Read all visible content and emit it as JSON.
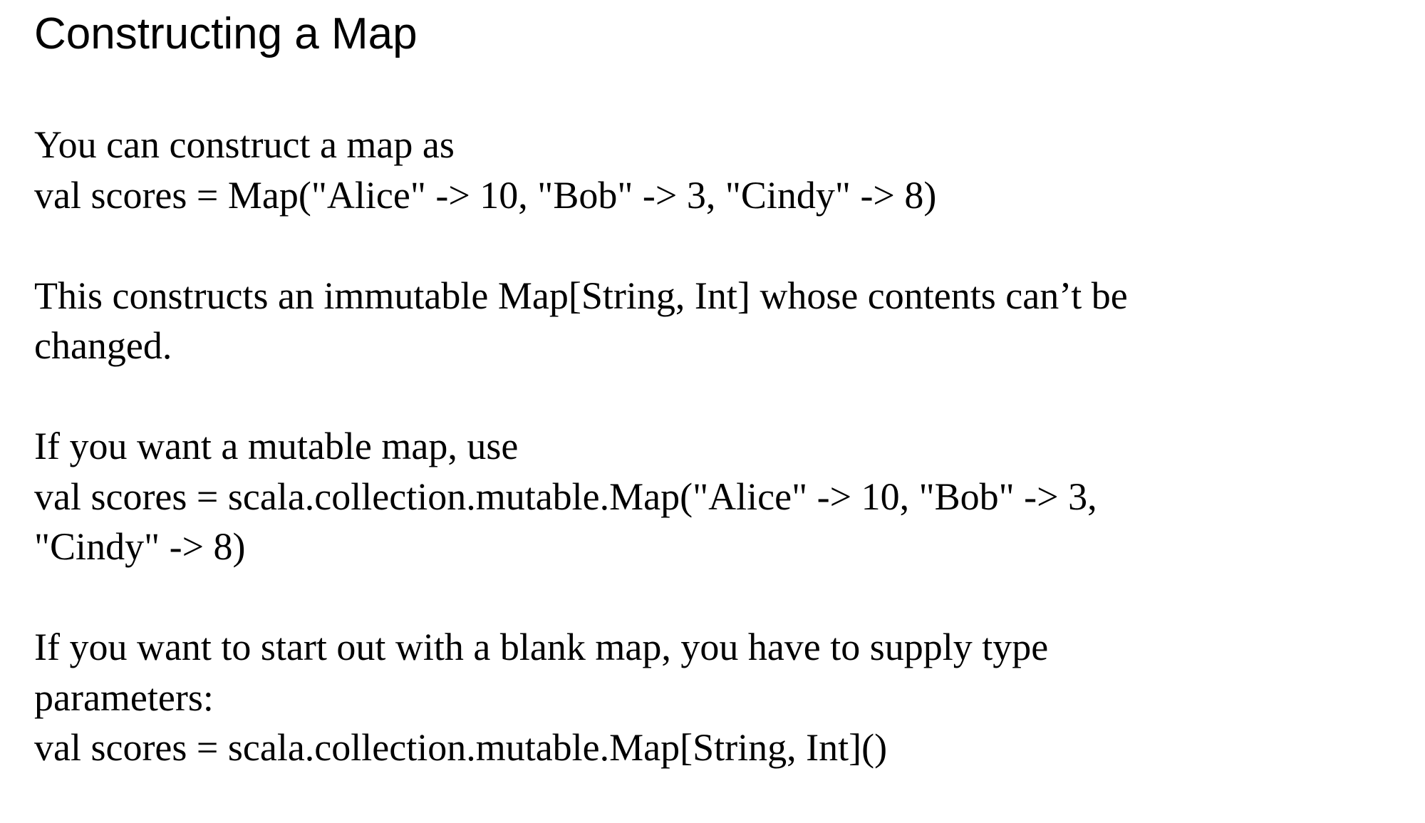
{
  "slide": {
    "title": "Constructing a Map",
    "paragraphs": [
      {
        "lines": [
          "You can construct a map as",
          "val scores = Map(\"Alice\" -> 10, \"Bob\" -> 3, \"Cindy\" -> 8)"
        ]
      },
      {
        "lines": [
          "This constructs an immutable Map[String, Int] whose contents can’t be",
          "changed."
        ]
      },
      {
        "lines": [
          "If you want a mutable map, use",
          "val scores = scala.collection.mutable.Map(\"Alice\" -> 10, \"Bob\" -> 3,",
          "\"Cindy\" -> 8)"
        ]
      },
      {
        "lines": [
          "If you want to start out with a blank map, you have to supply type",
          "parameters:",
          "val scores = scala.collection.mutable.Map[String, Int]()"
        ]
      }
    ]
  }
}
